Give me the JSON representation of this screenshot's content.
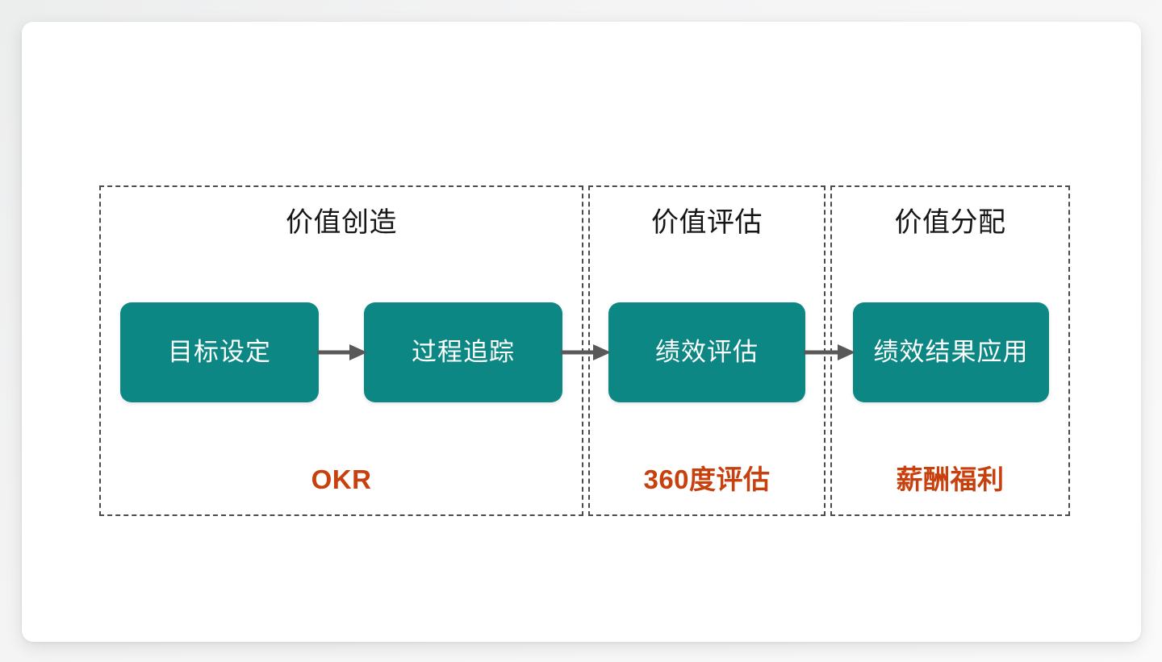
{
  "slide": {
    "background_color": "#ffffff",
    "accent_teal": "#0c8783",
    "accent_orange": "#c8400d",
    "border_color": "#4b4b4b",
    "arrow_color": "#595959"
  },
  "phases": [
    {
      "title": "价值创造",
      "footer": "OKR",
      "nodes": [
        {
          "label": "目标设定"
        },
        {
          "label": "过程追踪"
        }
      ]
    },
    {
      "title": "价值评估",
      "footer": "360度评估",
      "nodes": [
        {
          "label": "绩效评估"
        }
      ]
    },
    {
      "title": "价值分配",
      "footer": "薪酬福利",
      "nodes": [
        {
          "label": "绩效结果应用"
        }
      ]
    }
  ],
  "flow": {
    "nodes": [
      "目标设定",
      "过程追踪",
      "绩效评估",
      "绩效结果应用"
    ],
    "arrows": [
      {
        "from": "目标设定",
        "to": "过程追踪"
      },
      {
        "from": "过程追踪",
        "to": "绩效评估"
      },
      {
        "from": "绩效评估",
        "to": "绩效结果应用"
      }
    ]
  }
}
